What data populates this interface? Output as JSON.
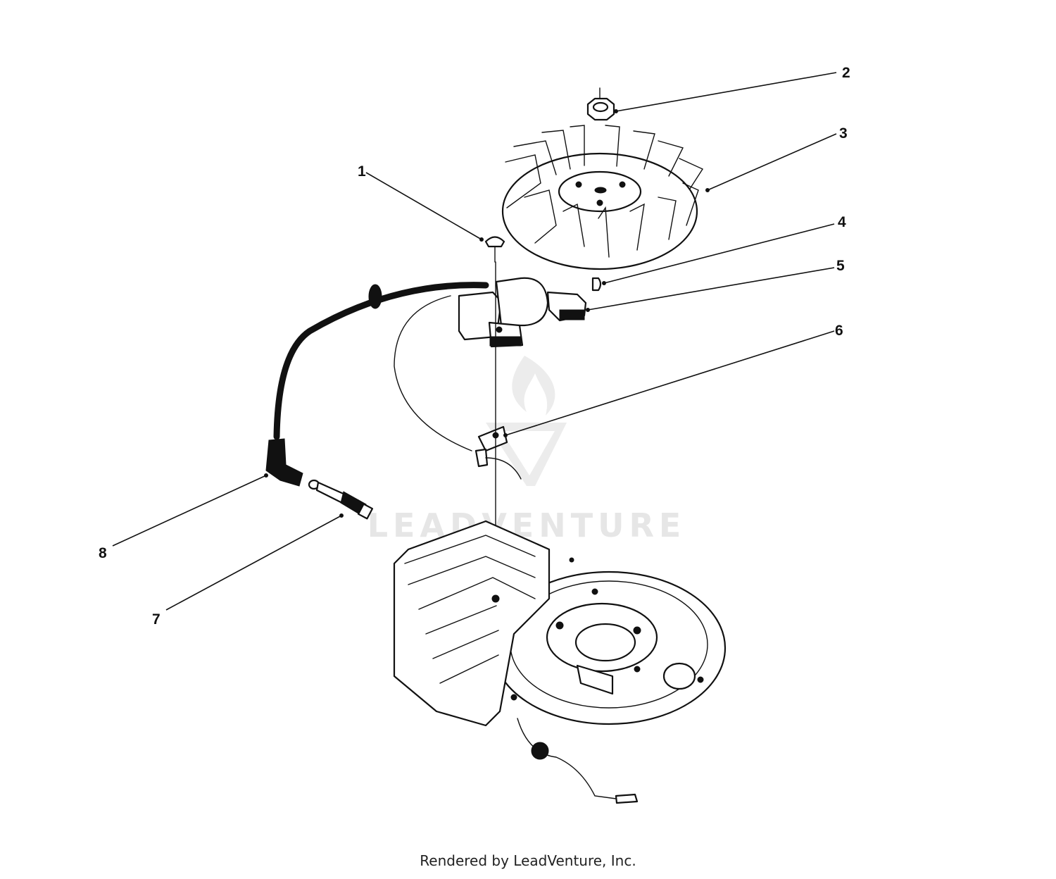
{
  "diagram": {
    "callouts": [
      {
        "id": "1",
        "label": "1"
      },
      {
        "id": "2",
        "label": "2"
      },
      {
        "id": "3",
        "label": "3"
      },
      {
        "id": "4",
        "label": "4"
      },
      {
        "id": "5",
        "label": "5"
      },
      {
        "id": "6",
        "label": "6"
      },
      {
        "id": "7",
        "label": "7"
      },
      {
        "id": "8",
        "label": "8"
      }
    ]
  },
  "watermark": {
    "text": "LEADVENTURE"
  },
  "footer": {
    "text": "Rendered by LeadVenture, Inc."
  },
  "colors": {
    "ink": "#111111",
    "watermark": "#e6e6e6",
    "background": "#ffffff"
  }
}
